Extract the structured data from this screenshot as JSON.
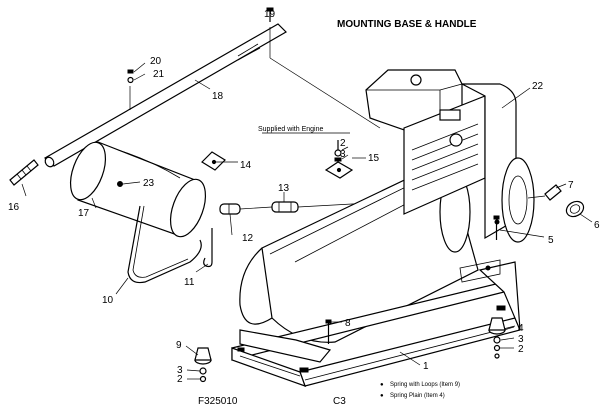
{
  "title": "MOUNTING BASE & HANDLE",
  "figure_code": "F325010",
  "sheet_code": "C3",
  "note_supplied": "Supplied with Engine",
  "legend": [
    {
      "symbol": "●",
      "text": "Spring with Loops (Item 9)"
    },
    {
      "symbol": "●",
      "text": "Spring Plain (Item 4)"
    }
  ],
  "callouts": {
    "c1": "1",
    "c2a": "2",
    "c2b": "2",
    "c2c": "2",
    "c3a": "3",
    "c3b": "3",
    "c3c": "3",
    "c4a": "4",
    "c5": "5",
    "c6": "6",
    "c7": "7",
    "c8": "8",
    "c9": "9",
    "c10": "10",
    "c11": "11",
    "c12": "12",
    "c13": "13",
    "c14": "14",
    "c15": "15",
    "c16": "16",
    "c17": "17",
    "c18": "18",
    "c19": "19",
    "c20": "20",
    "c21": "21",
    "c22": "22",
    "c23": "23"
  }
}
